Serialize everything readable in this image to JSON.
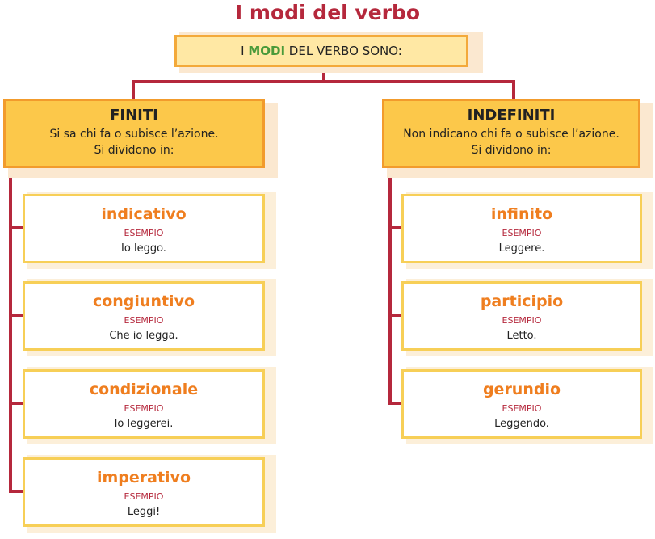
{
  "title": "I modi del verbo",
  "root": {
    "prefix": "I ",
    "highlight": "MODI",
    "suffix": " DEL VERBO SONO:"
  },
  "finiti": {
    "title": "FINITI",
    "line1": "Si sa chi fa o subisce l’azione.",
    "line2": "Si dividono in:",
    "items": [
      {
        "name": "indicativo",
        "label": "ESEMPIO",
        "example": "Io leggo."
      },
      {
        "name": "congiuntivo",
        "label": "ESEMPIO",
        "example": "Che io legga."
      },
      {
        "name": "condizionale",
        "label": "ESEMPIO",
        "example": "Io leggerei."
      },
      {
        "name": "imperativo",
        "label": "ESEMPIO",
        "example": "Leggi!"
      }
    ]
  },
  "indefiniti": {
    "title": "INDEFINITI",
    "line1": "Non indicano chi fa o subisce l’azione.",
    "line2": "Si dividono in:",
    "items": [
      {
        "name": "infinito",
        "label": "ESEMPIO",
        "example": "Leggere."
      },
      {
        "name": "participio",
        "label": "ESEMPIO",
        "example": "Letto."
      },
      {
        "name": "gerundio",
        "label": "ESEMPIO",
        "example": "Leggendo."
      }
    ]
  },
  "colors": {
    "accent_red": "#b5283c",
    "accent_orange": "#ef7e1f",
    "accent_green": "#4a9a3a",
    "category_fill": "#fcc84a",
    "root_fill": "#ffe8a4"
  }
}
